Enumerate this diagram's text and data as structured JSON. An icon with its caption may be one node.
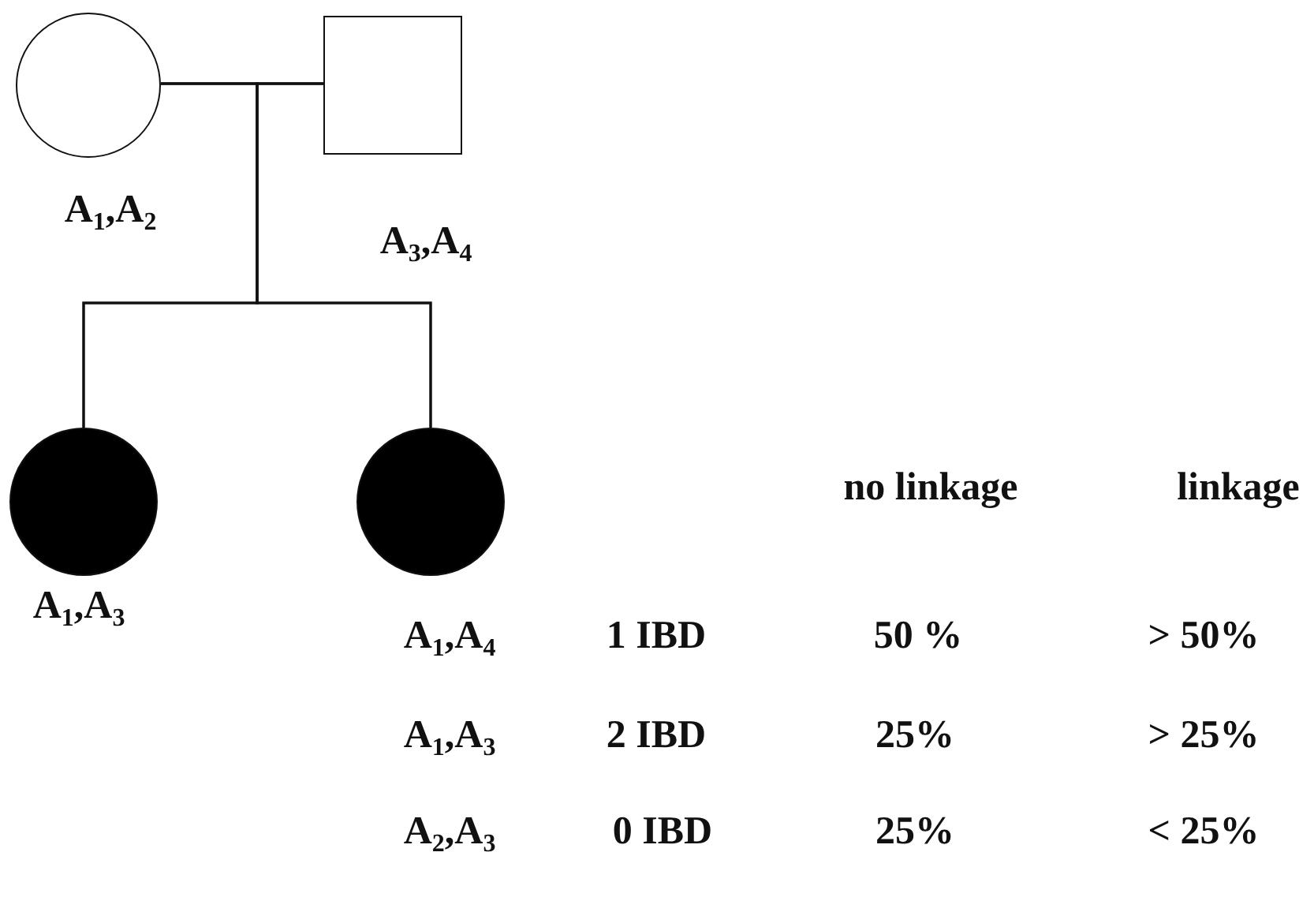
{
  "diagram": {
    "nodes": [
      {
        "text": [],
        "shape": "circle",
        "beside": [
          "A$_{1}$,A$_{2}$"
        ]
      },
      {
        "text": [],
        "shape": "box",
        "beside": [
          "A$_{3}$,A$_{4}$"
        ]
      },
      {
        "text": [],
        "shape": "circle",
        "beside": [
          "A$_{1}$,A$_{3}$"
        ]
      },
      {
        "text": [],
        "shape": "circle"
      }
    ],
    "edges": [
      {
        "from": 0,
        "to": 1,
        "arrow": "none"
      },
      {
        "from": 0,
        "to": 2,
        "arrow": "none"
      },
      {
        "from": 1,
        "to": 2,
        "arrow": "none"
      },
      {
        "from": 0,
        "to": 3,
        "arrow": "none"
      },
      {
        "from": 1,
        "to": 3,
        "arrow": "none"
      }
    ],
    "labels": [
      "no linkage",
      "linkage",
      "A$_{1}$,A$_{4}$",
      "1 IBD",
      "50 %",
      "> 50%",
      "A$_{1}$,A$_{3}$",
      "2 IBD",
      "25%",
      "> 25%",
      "A$_{2}$,A$_{3}$",
      "0 IBD",
      "25%",
      "< 25%"
    ]
  }
}
